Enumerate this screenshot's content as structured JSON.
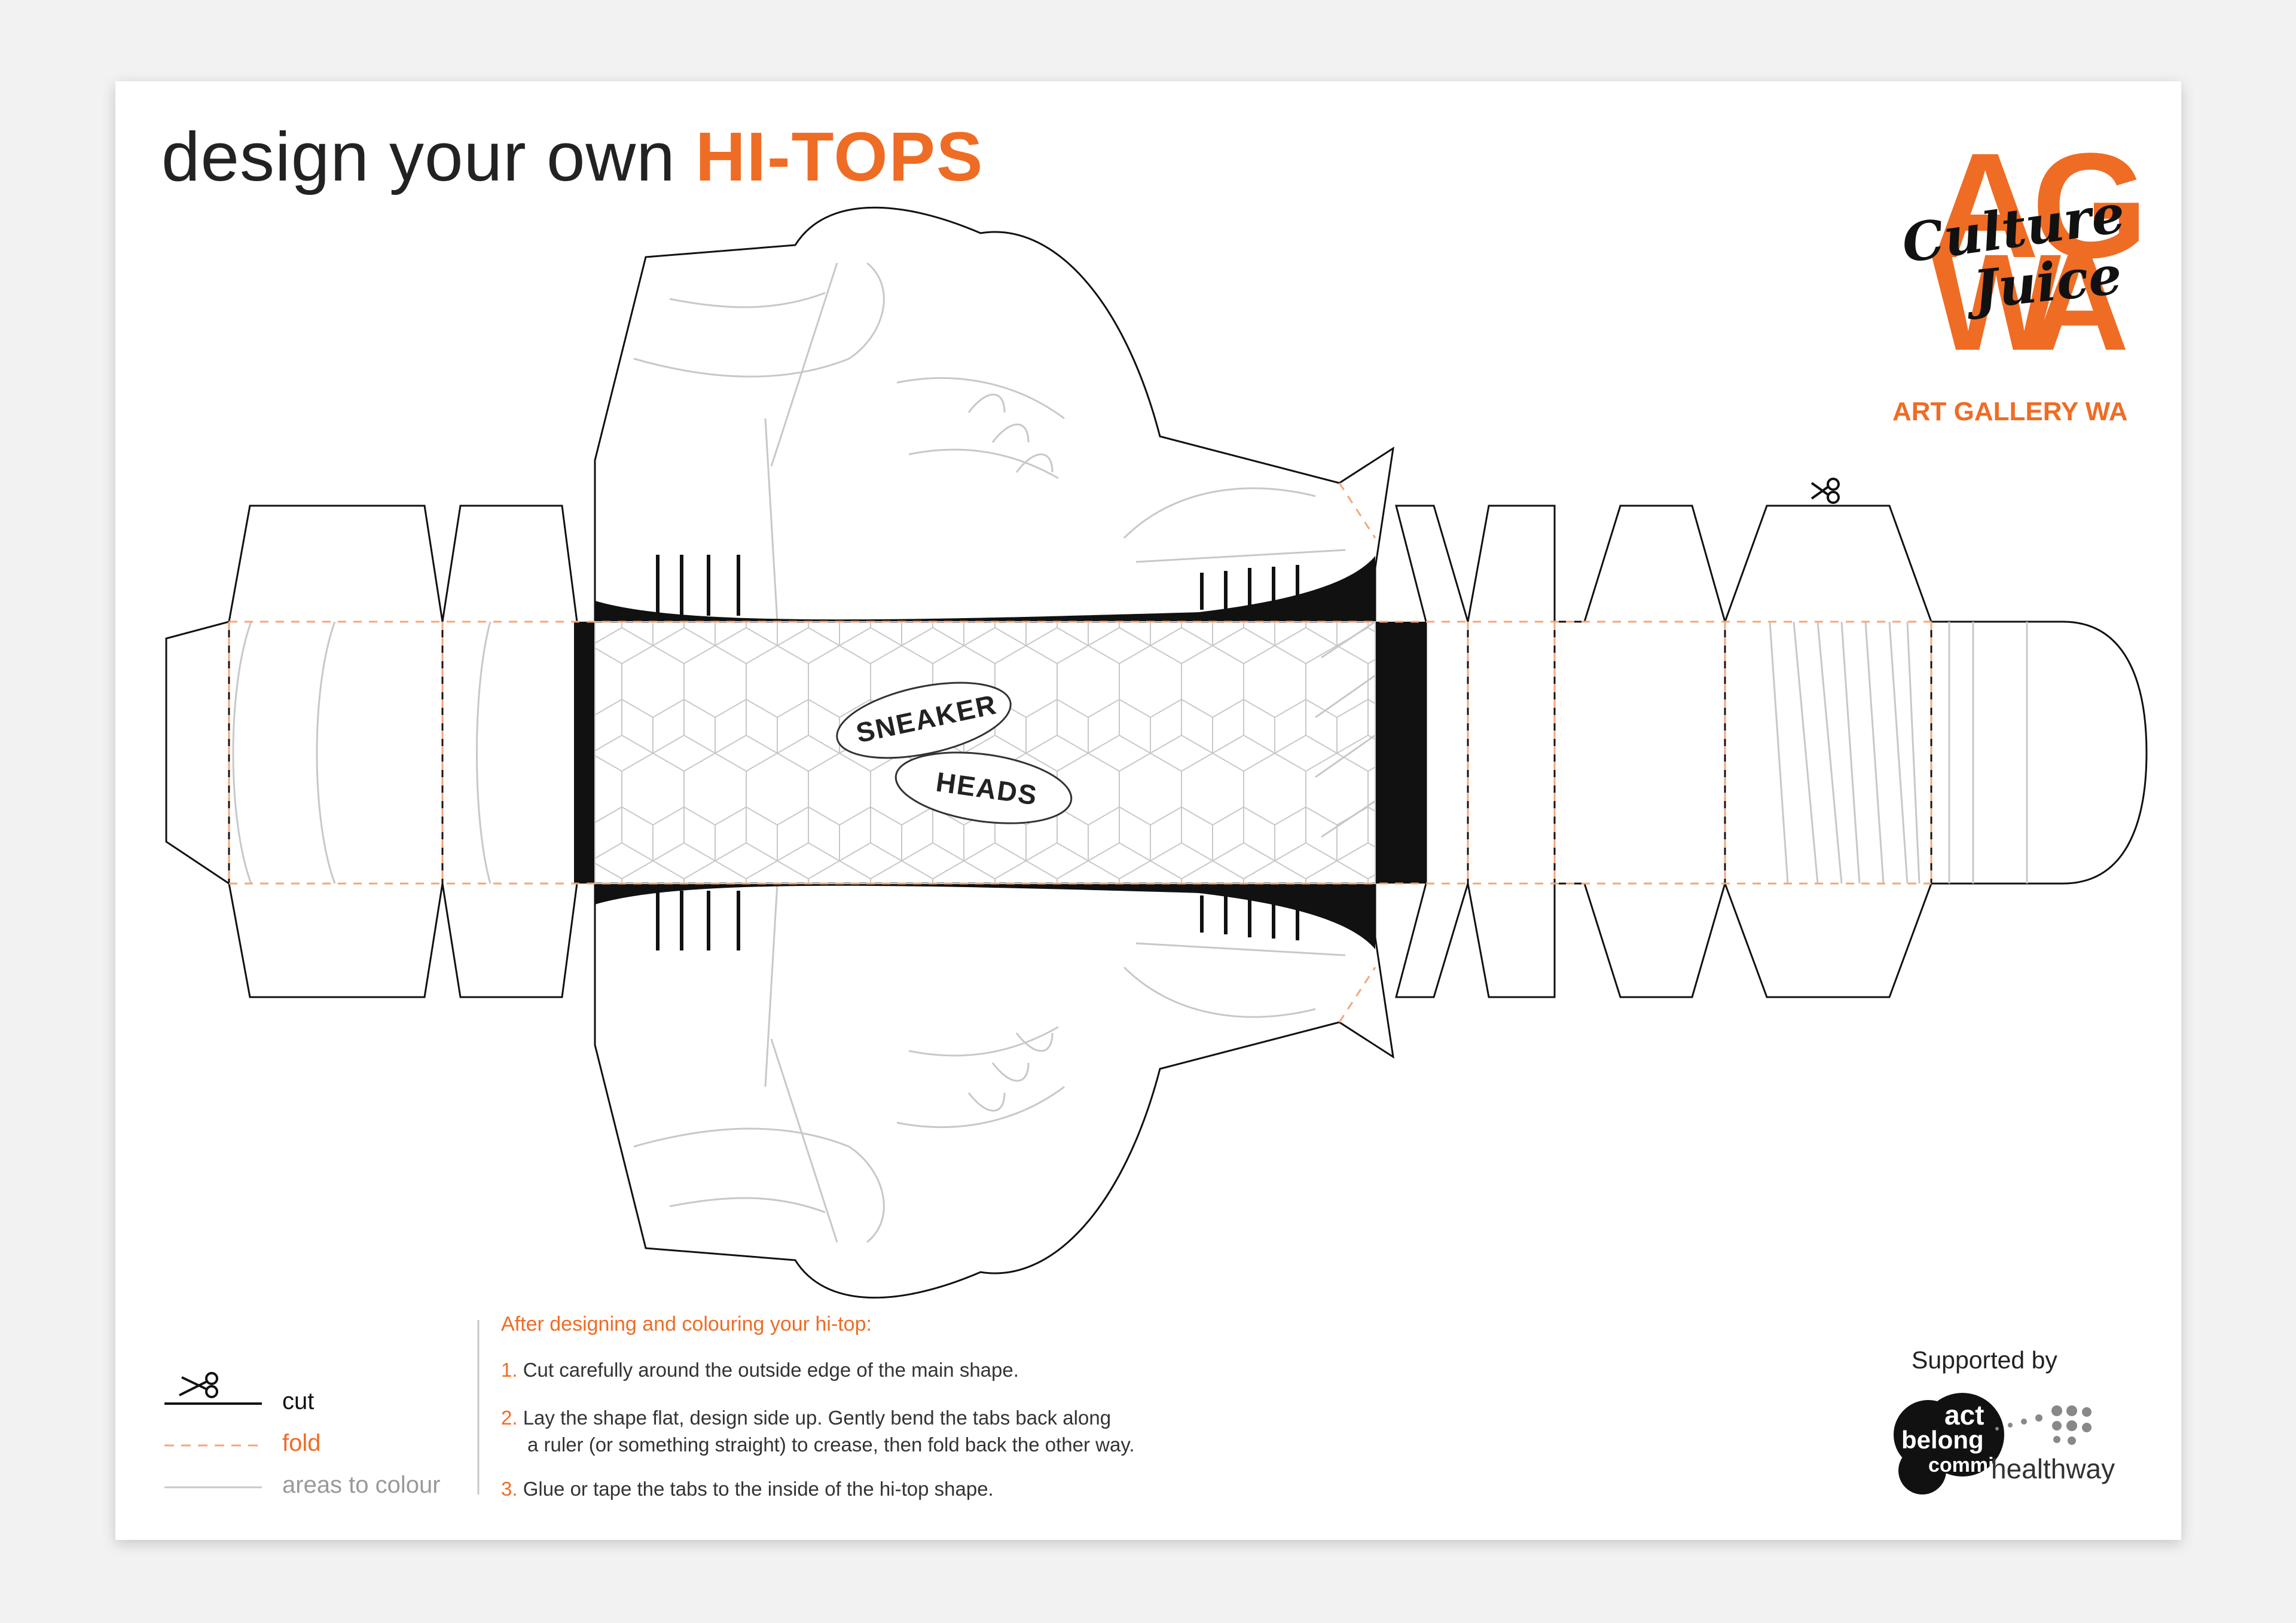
{
  "title": {
    "prefix": "design your own ",
    "highlight": "HI-TOPS"
  },
  "logo": {
    "letters": "AGWA",
    "culture": "Culture",
    "juice": "Juice",
    "gallery": "ART GALLERY WA"
  },
  "sole": {
    "line1": "SNEAKER",
    "line2": "HEADS"
  },
  "legend": {
    "cut": "cut",
    "fold": "fold",
    "colour": "areas to colour"
  },
  "instructions": {
    "heading": "After designing and colouring your hi-top:",
    "step1_num": "1.",
    "step1": "Cut carefully around the outside edge of the main shape.",
    "step2_num": "2.",
    "step2_a": "Lay the shape flat, design side up. Gently bend the tabs back along",
    "step2_b": "a ruler (or something straight) to crease, then fold back the other way.",
    "step3_num": "3.",
    "step3": "Glue or tape the tabs to the inside of the hi-top shape."
  },
  "sponsors": {
    "supported_by": "Supported by",
    "act": "act",
    "belong": "belong",
    "commit": "commit",
    "healthway": "healthway"
  },
  "colors": {
    "accent": "#ef6c24",
    "outline": "#111111",
    "colour_lines": "#c8c8c8",
    "fold_lines": "#f4a67a"
  }
}
